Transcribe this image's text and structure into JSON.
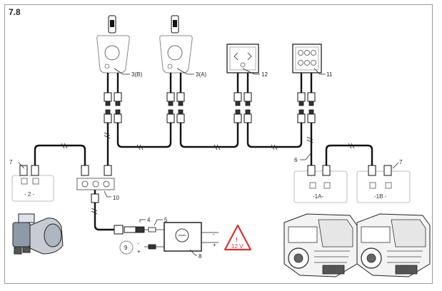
{
  "figure_number": "7.8",
  "callouts": {
    "c3b": "3(B)",
    "c3a": "3(A)",
    "c12": "12",
    "c11": "11",
    "c6": "6",
    "c7_left": "7",
    "c7_right": "7",
    "c10": "10",
    "c4": "4",
    "c5": "5",
    "c8": "8",
    "c9": "9"
  },
  "boxes": {
    "box2": "- 2 -",
    "box1a": "-1A-",
    "box1b": "-1B -"
  },
  "power": {
    "plus_top": "+",
    "minus_top": "-",
    "plus_left": "+",
    "minus_left": "-"
  },
  "warning": {
    "voltage": "12 V",
    "symbol": "!"
  },
  "icons": [
    "warning-triangle-icon",
    "lever-control-icon",
    "panel-display-icon",
    "pump-icon",
    "engine-icon",
    "power-module-icon"
  ],
  "colors": {
    "cable": "#111111",
    "warning": "#d33333",
    "panel_border": "#bdbdbd"
  }
}
